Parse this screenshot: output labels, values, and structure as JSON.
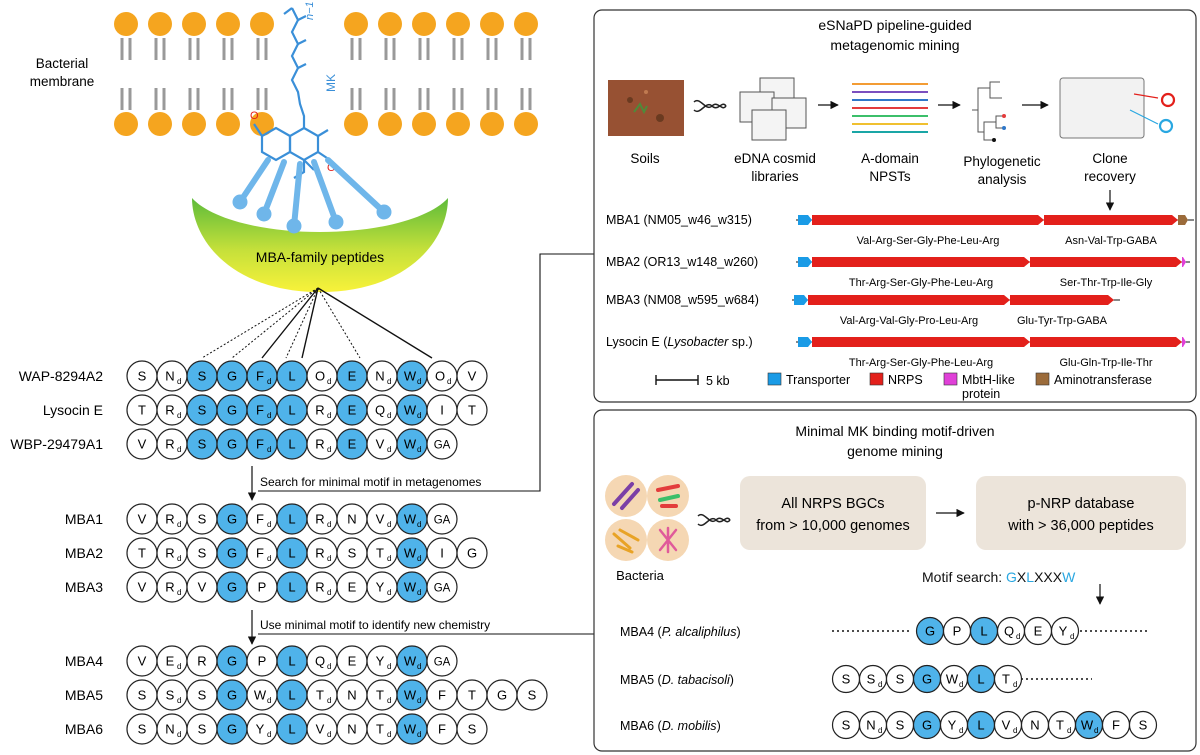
{
  "membrane": {
    "label_line1": "Bacterial",
    "label_line2": "membrane",
    "mk_label": "MK",
    "mk_n_label": "n−1",
    "o_label": "O"
  },
  "mba_family_label": "MBA-family peptides",
  "sequences": [
    {
      "name": "WAP-8294A2",
      "residues": [
        {
          "t": "S",
          "s": "",
          "b": false
        },
        {
          "t": "N",
          "s": "d",
          "b": false
        },
        {
          "t": "S",
          "s": "",
          "b": true
        },
        {
          "t": "G",
          "s": "",
          "b": true
        },
        {
          "t": "F",
          "s": "d",
          "b": true
        },
        {
          "t": "L",
          "s": "",
          "b": true
        },
        {
          "t": "O",
          "s": "d",
          "b": false
        },
        {
          "t": "E",
          "s": "",
          "b": true
        },
        {
          "t": "N",
          "s": "d",
          "b": false
        },
        {
          "t": "W",
          "s": "d",
          "b": true
        },
        {
          "t": "O",
          "s": "d",
          "b": false
        },
        {
          "t": "V",
          "s": "",
          "b": false
        }
      ]
    },
    {
      "name": "Lysocin E",
      "residues": [
        {
          "t": "T",
          "s": "",
          "b": false
        },
        {
          "t": "R",
          "s": "d",
          "b": false
        },
        {
          "t": "S",
          "s": "",
          "b": true
        },
        {
          "t": "G",
          "s": "",
          "b": true
        },
        {
          "t": "F",
          "s": "d",
          "b": true
        },
        {
          "t": "L",
          "s": "",
          "b": true
        },
        {
          "t": "R",
          "s": "d",
          "b": false
        },
        {
          "t": "E",
          "s": "",
          "b": true
        },
        {
          "t": "Q",
          "s": "d",
          "b": false
        },
        {
          "t": "W",
          "s": "d",
          "b": true
        },
        {
          "t": "I",
          "s": "",
          "b": false
        },
        {
          "t": "T",
          "s": "",
          "b": false
        }
      ]
    },
    {
      "name": "WBP-29479A1",
      "residues": [
        {
          "t": "V",
          "s": "",
          "b": false
        },
        {
          "t": "R",
          "s": "d",
          "b": false
        },
        {
          "t": "S",
          "s": "",
          "b": true
        },
        {
          "t": "G",
          "s": "",
          "b": true
        },
        {
          "t": "F",
          "s": "d",
          "b": true
        },
        {
          "t": "L",
          "s": "",
          "b": true
        },
        {
          "t": "R",
          "s": "d",
          "b": false
        },
        {
          "t": "E",
          "s": "",
          "b": true
        },
        {
          "t": "V",
          "s": "d",
          "b": false
        },
        {
          "t": "W",
          "s": "d",
          "b": true
        },
        {
          "t": "GA",
          "s": "",
          "b": false
        }
      ]
    },
    {
      "name": "MBA1",
      "residues": [
        {
          "t": "V",
          "s": "",
          "b": false
        },
        {
          "t": "R",
          "s": "d",
          "b": false
        },
        {
          "t": "S",
          "s": "",
          "b": false
        },
        {
          "t": "G",
          "s": "",
          "b": true
        },
        {
          "t": "F",
          "s": "d",
          "b": false
        },
        {
          "t": "L",
          "s": "",
          "b": true
        },
        {
          "t": "R",
          "s": "d",
          "b": false
        },
        {
          "t": "N",
          "s": "",
          "b": false
        },
        {
          "t": "V",
          "s": "d",
          "b": false
        },
        {
          "t": "W",
          "s": "d",
          "b": true
        },
        {
          "t": "GA",
          "s": "",
          "b": false
        }
      ]
    },
    {
      "name": "MBA2",
      "residues": [
        {
          "t": "T",
          "s": "",
          "b": false
        },
        {
          "t": "R",
          "s": "d",
          "b": false
        },
        {
          "t": "S",
          "s": "",
          "b": false
        },
        {
          "t": "G",
          "s": "",
          "b": true
        },
        {
          "t": "F",
          "s": "d",
          "b": false
        },
        {
          "t": "L",
          "s": "",
          "b": true
        },
        {
          "t": "R",
          "s": "d",
          "b": false
        },
        {
          "t": "S",
          "s": "",
          "b": false
        },
        {
          "t": "T",
          "s": "d",
          "b": false
        },
        {
          "t": "W",
          "s": "d",
          "b": true
        },
        {
          "t": "I",
          "s": "",
          "b": false
        },
        {
          "t": "G",
          "s": "",
          "b": false
        }
      ]
    },
    {
      "name": "MBA3",
      "residues": [
        {
          "t": "V",
          "s": "",
          "b": false
        },
        {
          "t": "R",
          "s": "d",
          "b": false
        },
        {
          "t": "V",
          "s": "",
          "b": false
        },
        {
          "t": "G",
          "s": "",
          "b": true
        },
        {
          "t": "P",
          "s": "",
          "b": false
        },
        {
          "t": "L",
          "s": "",
          "b": true
        },
        {
          "t": "R",
          "s": "d",
          "b": false
        },
        {
          "t": "E",
          "s": "",
          "b": false
        },
        {
          "t": "Y",
          "s": "d",
          "b": false
        },
        {
          "t": "W",
          "s": "d",
          "b": true
        },
        {
          "t": "GA",
          "s": "",
          "b": false
        }
      ]
    },
    {
      "name": "MBA4",
      "residues": [
        {
          "t": "V",
          "s": "",
          "b": false
        },
        {
          "t": "E",
          "s": "d",
          "b": false
        },
        {
          "t": "R",
          "s": "",
          "b": false
        },
        {
          "t": "G",
          "s": "",
          "b": true
        },
        {
          "t": "P",
          "s": "",
          "b": false
        },
        {
          "t": "L",
          "s": "",
          "b": true
        },
        {
          "t": "Q",
          "s": "d",
          "b": false
        },
        {
          "t": "E",
          "s": "",
          "b": false
        },
        {
          "t": "Y",
          "s": "d",
          "b": false
        },
        {
          "t": "W",
          "s": "d",
          "b": true
        },
        {
          "t": "GA",
          "s": "",
          "b": false
        }
      ]
    },
    {
      "name": "MBA5",
      "residues": [
        {
          "t": "S",
          "s": "",
          "b": false
        },
        {
          "t": "S",
          "s": "d",
          "b": false
        },
        {
          "t": "S",
          "s": "",
          "b": false
        },
        {
          "t": "G",
          "s": "",
          "b": true
        },
        {
          "t": "W",
          "s": "d",
          "b": false
        },
        {
          "t": "L",
          "s": "",
          "b": true
        },
        {
          "t": "T",
          "s": "d",
          "b": false
        },
        {
          "t": "N",
          "s": "",
          "b": false
        },
        {
          "t": "T",
          "s": "d",
          "b": false
        },
        {
          "t": "W",
          "s": "d",
          "b": true
        },
        {
          "t": "F",
          "s": "",
          "b": false
        },
        {
          "t": "T",
          "s": "",
          "b": false
        },
        {
          "t": "G",
          "s": "",
          "b": false
        },
        {
          "t": "S",
          "s": "",
          "b": false
        }
      ]
    },
    {
      "name": "MBA6",
      "residues": [
        {
          "t": "S",
          "s": "",
          "b": false
        },
        {
          "t": "N",
          "s": "d",
          "b": false
        },
        {
          "t": "S",
          "s": "",
          "b": false
        },
        {
          "t": "G",
          "s": "",
          "b": true
        },
        {
          "t": "Y",
          "s": "d",
          "b": false
        },
        {
          "t": "L",
          "s": "",
          "b": true
        },
        {
          "t": "V",
          "s": "d",
          "b": false
        },
        {
          "t": "N",
          "s": "",
          "b": false
        },
        {
          "t": "T",
          "s": "d",
          "b": false
        },
        {
          "t": "W",
          "s": "d",
          "b": true
        },
        {
          "t": "F",
          "s": "",
          "b": false
        },
        {
          "t": "S",
          "s": "",
          "b": false
        }
      ]
    }
  ],
  "search_label": "Search for minimal motif in metagenomes",
  "use_label": "Use minimal motif to identify new chemistry",
  "esnapd": {
    "title_line1": "eSNaPD pipeline-guided",
    "title_line2": "metagenomic mining",
    "steps": [
      {
        "line1": "Soils",
        "line2": ""
      },
      {
        "line1": "eDNA cosmid",
        "line2": "libraries"
      },
      {
        "line1": "A-domain",
        "line2": "NPSTs"
      },
      {
        "line1": "Phylogenetic",
        "line2": "analysis"
      },
      {
        "line1": "Clone",
        "line2": "recovery"
      }
    ],
    "clusters": [
      {
        "name": "MBA1 (NM05_w46_w315)",
        "label_a": "Val-Arg-Ser-Gly-Phe-Leu-Arg",
        "label_b": "Asn-Val-Trp-GABA"
      },
      {
        "name": "MBA2 (OR13_w148_w260)",
        "label_a": "Thr-Arg-Ser-Gly-Phe-Leu-Arg",
        "label_b": "Ser-Thr-Trp-Ile-Gly"
      },
      {
        "name": "MBA3 (NM08_w595_w684)",
        "label_a": "Val-Arg-Val-Gly-Pro-Leu-Arg",
        "label_b": "Glu-Tyr-Trp-GABA"
      },
      {
        "name": "Lysocin E (",
        "name_italic": "Lysobacter",
        "name_tail": " sp.)",
        "label_a": "Thr-Arg-Ser-Gly-Phe-Leu-Arg",
        "label_b": "Glu-Gln-Trp-Ile-Thr"
      }
    ],
    "scale_label": "5 kb",
    "legend": [
      {
        "label": "Transporter",
        "label2": "",
        "color": "#1a9be6"
      },
      {
        "label": "NRPS",
        "label2": "",
        "color": "#e3201b"
      },
      {
        "label": "MbtH-like",
        "label2": "protein",
        "color": "#e040d8"
      },
      {
        "label": "Aminotransferase",
        "label2": "",
        "color": "#9b6b3a"
      }
    ]
  },
  "genome": {
    "title_line1": "Minimal MK binding motif-driven",
    "title_line2": "genome mining",
    "bacteria_label": "Bacteria",
    "box1_line1": "All NRPS BGCs",
    "box1_line2": "from > 10,000 genomes",
    "box2_line1": "p-NRP database",
    "box2_line2": "with > 36,000 peptides",
    "motif_prefix": "Motif search: ",
    "motif": [
      {
        "c": "G",
        "blue": true
      },
      {
        "c": "X",
        "blue": false
      },
      {
        "c": "L",
        "blue": true
      },
      {
        "c": "X",
        "blue": false
      },
      {
        "c": "X",
        "blue": false
      },
      {
        "c": "X",
        "blue": false
      },
      {
        "c": "W",
        "blue": true
      }
    ],
    "hits": [
      {
        "name": "MBA4 (",
        "species": "P. alcaliphilus",
        "tail": ")",
        "residues": [
          {
            "t": "G",
            "s": "",
            "b": true
          },
          {
            "t": "P",
            "s": "",
            "b": false
          },
          {
            "t": "L",
            "s": "",
            "b": true
          },
          {
            "t": "Q",
            "s": "d",
            "b": false
          },
          {
            "t": "E",
            "s": "",
            "b": false
          },
          {
            "t": "Y",
            "s": "d",
            "b": false
          }
        ]
      },
      {
        "name": "MBA5 (",
        "species": "D. tabacisoli",
        "tail": ")",
        "residues": [
          {
            "t": "S",
            "s": "",
            "b": false
          },
          {
            "t": "S",
            "s": "d",
            "b": false
          },
          {
            "t": "S",
            "s": "",
            "b": false
          },
          {
            "t": "G",
            "s": "",
            "b": true
          },
          {
            "t": "W",
            "s": "d",
            "b": false
          },
          {
            "t": "L",
            "s": "",
            "b": true
          },
          {
            "t": "T",
            "s": "d",
            "b": false
          }
        ]
      },
      {
        "name": "MBA6 (",
        "species": "D. mobilis",
        "tail": ")",
        "residues": [
          {
            "t": "S",
            "s": "",
            "b": false
          },
          {
            "t": "N",
            "s": "d",
            "b": false
          },
          {
            "t": "S",
            "s": "",
            "b": false
          },
          {
            "t": "G",
            "s": "",
            "b": true
          },
          {
            "t": "Y",
            "s": "d",
            "b": false
          },
          {
            "t": "L",
            "s": "",
            "b": true
          },
          {
            "t": "V",
            "s": "d",
            "b": false
          },
          {
            "t": "N",
            "s": "",
            "b": false
          },
          {
            "t": "T",
            "s": "d",
            "b": false
          },
          {
            "t": "W",
            "s": "d",
            "b": true
          },
          {
            "t": "F",
            "s": "",
            "b": false
          },
          {
            "t": "S",
            "s": "",
            "b": false
          }
        ]
      }
    ]
  },
  "colors": {
    "blue": "#4fb3ea",
    "mk_blue": "#3a8fd8",
    "lipid": "#f5a51f",
    "box": "#ece4da",
    "red": "#e3201b"
  }
}
